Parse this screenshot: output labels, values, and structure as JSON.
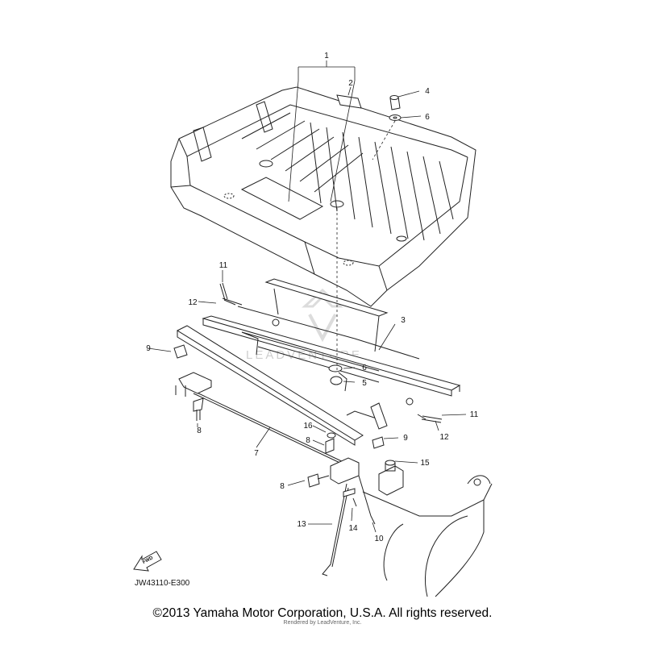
{
  "diagram": {
    "parts": [
      {
        "number": "1"
      },
      {
        "number": "2"
      },
      {
        "number": "3"
      },
      {
        "number": "4"
      },
      {
        "number": "5"
      },
      {
        "number": "6"
      },
      {
        "number": "6"
      },
      {
        "number": "7"
      },
      {
        "number": "8"
      },
      {
        "number": "8"
      },
      {
        "number": "8"
      },
      {
        "number": "9"
      },
      {
        "number": "9"
      },
      {
        "number": "10"
      },
      {
        "number": "11"
      },
      {
        "number": "11"
      },
      {
        "number": "12"
      },
      {
        "number": "12"
      },
      {
        "number": "13"
      },
      {
        "number": "14"
      },
      {
        "number": "15"
      },
      {
        "number": "16"
      }
    ],
    "direction_arrow": "FWD",
    "reference_code": "JW43110-E300",
    "watermark": "LEADVENTURE",
    "rendered_by": "Rendered by LeadVenture, Inc.",
    "copyright": "©2013 Yamaha Motor Corporation, U.S.A. All rights reserved."
  }
}
